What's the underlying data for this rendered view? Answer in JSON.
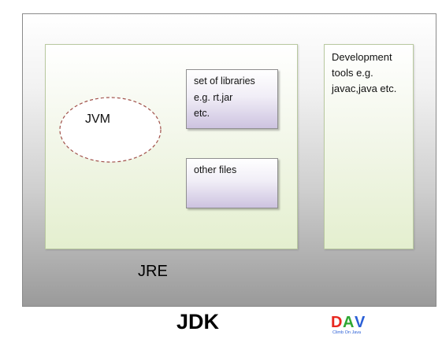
{
  "diagram": {
    "jdk_label": "JDK",
    "jre_label": "JRE",
    "jvm_label": "JVM",
    "libraries_text": "set of libraries\ne.g. rt.jar\netc.",
    "other_files_text": "other files",
    "dev_tools_text": "Development\ntools e.g.\njavac,java etc."
  },
  "logo": {
    "letters": "DAV",
    "tagline": "Climb On Java",
    "colors": {
      "d": "#e8281f",
      "a": "#2fa834",
      "v": "#2a5fd6"
    }
  },
  "colors": {
    "jvm_ellipse_stroke": "#a1514b",
    "container_border": "#8a8a8a"
  }
}
